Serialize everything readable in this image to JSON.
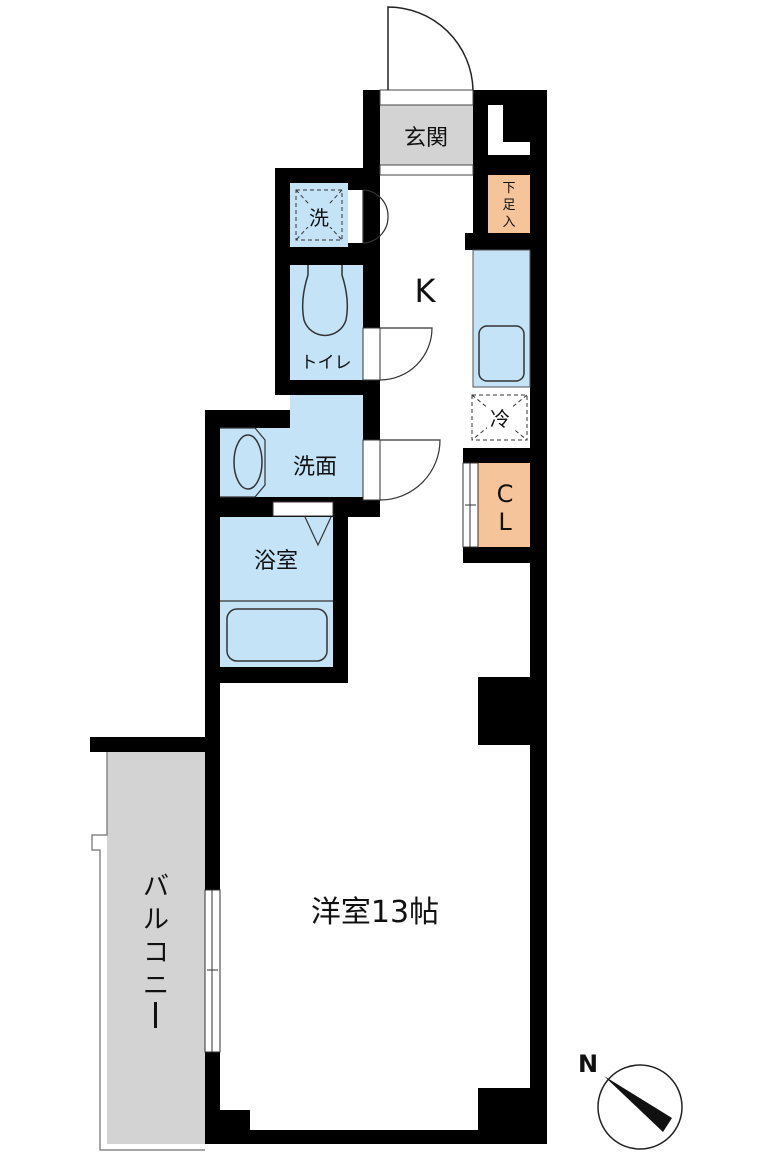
{
  "floorplan": {
    "rooms": {
      "entrance": "玄関",
      "shoe_box": [
        "下",
        "足",
        "入"
      ],
      "washer": "洗",
      "kitchen": "K",
      "toilet": "トイレ",
      "fridge": "冷",
      "washroom": "洗面",
      "closet": [
        "C",
        "L"
      ],
      "bathroom": "浴室",
      "western_room": "洋室13帖",
      "balcony": [
        "バ",
        "ル",
        "コ",
        "ニ",
        "ー"
      ]
    },
    "compass": "N"
  },
  "colors": {
    "wall": "#000000",
    "wet_area": "#c4e3f7",
    "entrance": "#d3d3d3",
    "storage": "#f6c49a",
    "balcony": "#d3d3d3"
  }
}
